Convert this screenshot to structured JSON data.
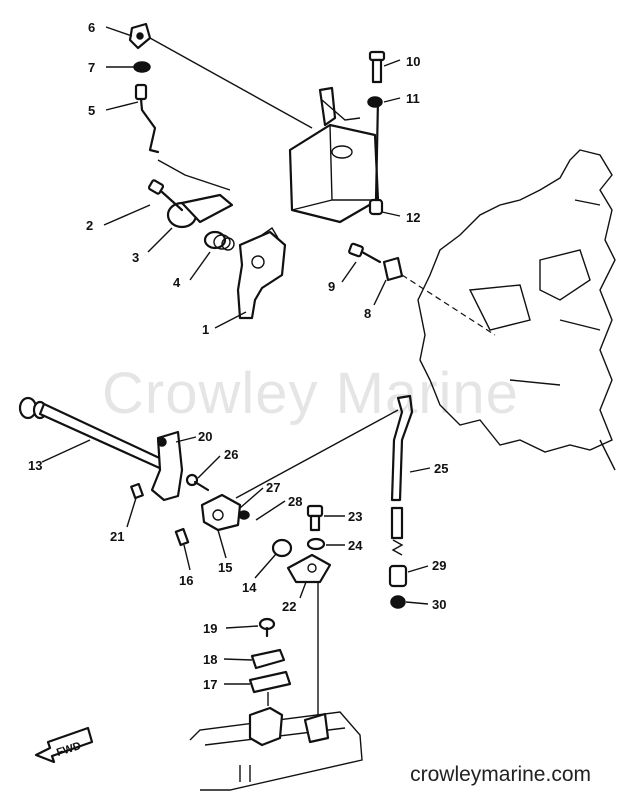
{
  "watermark": "Crowley Marine",
  "website": "crowleymarine.com",
  "fwd_label": "FWD",
  "callouts": [
    {
      "id": "c1",
      "label": "1"
    },
    {
      "id": "c2",
      "label": "2"
    },
    {
      "id": "c3",
      "label": "3"
    },
    {
      "id": "c4",
      "label": "4"
    },
    {
      "id": "c5",
      "label": "5"
    },
    {
      "id": "c6",
      "label": "6"
    },
    {
      "id": "c7",
      "label": "7"
    },
    {
      "id": "c8",
      "label": "8"
    },
    {
      "id": "c9",
      "label": "9"
    },
    {
      "id": "c10",
      "label": "10"
    },
    {
      "id": "c11",
      "label": "11"
    },
    {
      "id": "c12",
      "label": "12"
    },
    {
      "id": "c13",
      "label": "13"
    },
    {
      "id": "c14",
      "label": "14"
    },
    {
      "id": "c15",
      "label": "15"
    },
    {
      "id": "c16",
      "label": "16"
    },
    {
      "id": "c17",
      "label": "17"
    },
    {
      "id": "c18",
      "label": "18"
    },
    {
      "id": "c19",
      "label": "19"
    },
    {
      "id": "c20",
      "label": "20"
    },
    {
      "id": "c21",
      "label": "21"
    },
    {
      "id": "c22",
      "label": "22"
    },
    {
      "id": "c23",
      "label": "23"
    },
    {
      "id": "c24",
      "label": "24"
    },
    {
      "id": "c25",
      "label": "25"
    },
    {
      "id": "c26",
      "label": "26"
    },
    {
      "id": "c27",
      "label": "27"
    },
    {
      "id": "c28",
      "label": "28"
    },
    {
      "id": "c29",
      "label": "29"
    },
    {
      "id": "c30",
      "label": "30"
    }
  ]
}
